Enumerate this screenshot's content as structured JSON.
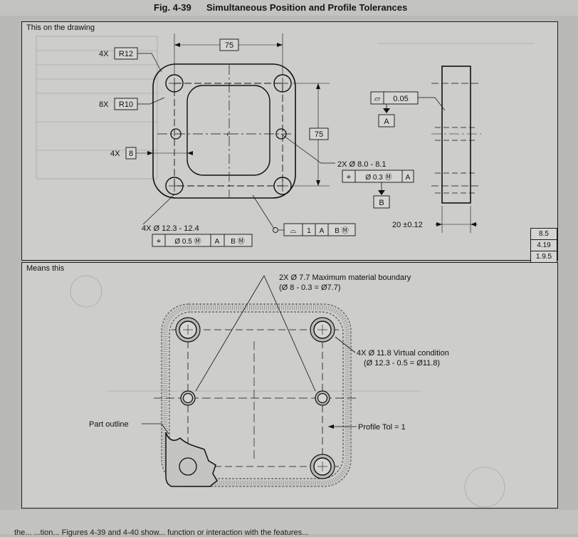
{
  "figure": {
    "number": "Fig. 4-39",
    "title": "Simultaneous Position and Profile Tolerances"
  },
  "top_panel": {
    "caption": "This on the drawing",
    "dim_width": "75",
    "dim_height": "75",
    "corner_radius_count": "4X",
    "corner_radius": "R12",
    "inner_radius_count": "8X",
    "inner_radius": "R10",
    "wall_count": "4X",
    "wall_width": "8",
    "small_hole_spec": "2X Ø 8.0 - 8.1",
    "small_hole_frame": [
      "⌖",
      "Ø 0.3 Ⓜ",
      "A"
    ],
    "large_hole_spec": "4X Ø 12.3 - 12.4",
    "large_hole_frame": [
      "⌖",
      "Ø 0.5 Ⓜ",
      "A",
      "B Ⓜ"
    ],
    "profile_frame": [
      "⌓",
      "1",
      "A",
      "B Ⓜ"
    ],
    "flatness_frame": [
      "▱",
      "0.05"
    ],
    "datum_a": "A",
    "datum_b": "B",
    "thickness": "20 ±0.12"
  },
  "ref_boxes": [
    "8.5",
    "4.19",
    "1.9.5"
  ],
  "bottom_panel": {
    "caption": "Means this",
    "boundary_line1": "2X Ø 7.7  Maximum material boundary",
    "boundary_line2": "(Ø 8 - 0.3 = Ø7.7)",
    "virtual_line1": "4X Ø 11.8  Virtual condition",
    "virtual_line2": "(Ø 12.3 - 0.5 = Ø11.8)",
    "part_outline": "Part outline",
    "profile_tol": "Profile  Tol = 1"
  },
  "bottom_text": "the...  ...tion... Figures 4-39 and 4-40 show... function or interaction with the features..."
}
